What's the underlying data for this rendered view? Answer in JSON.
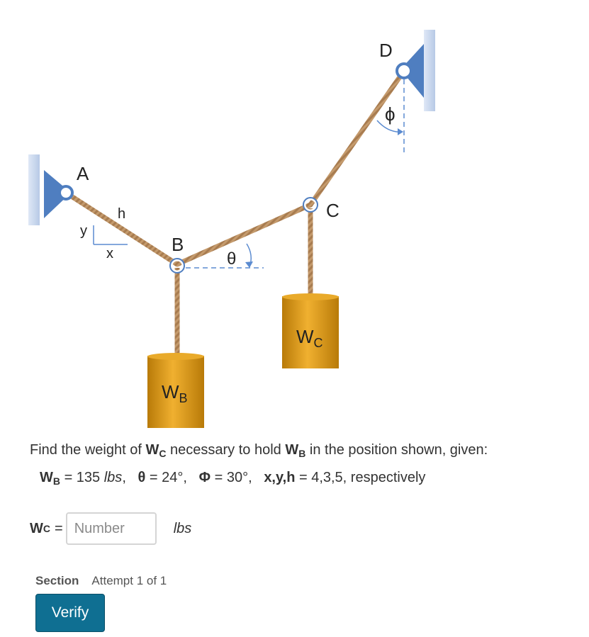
{
  "figure": {
    "labels": {
      "point_a": "A",
      "point_b": "B",
      "point_c": "C",
      "point_d": "D",
      "h": "h",
      "y": "y",
      "x": "x",
      "theta": "θ",
      "phi": "ϕ",
      "weight_w": "W",
      "weight_b_sub": "B",
      "weight_c_sub": "C"
    },
    "colors": {
      "rope": "#b98a5e",
      "support": "#4f7ec0",
      "wall": "#c9d8ee",
      "weight": "#d9950e",
      "dashed": "#5b8bd0"
    }
  },
  "problem": {
    "line1_prefix": "Find the weight of ",
    "w": "W",
    "sub_c": "C",
    "sub_b": "B",
    "line1_middle": " necessary to hold ",
    "line1_suffix": " in the position shown, given:",
    "given_wb": " = 135 ",
    "given_wb_unit": "lbs",
    "given_sep1": ",   ",
    "theta_sym": "θ",
    "given_theta": " = 24°,   ",
    "phi_sym": "Φ",
    "given_phi": " = 30°,   ",
    "xyh_sym": "x,y,h",
    "given_xyh": " = 4,3,5, respectively"
  },
  "answer": {
    "var": "W",
    "sub": "C",
    "eq": "=",
    "placeholder": "Number",
    "unit": "lbs"
  },
  "footer": {
    "section": "Section",
    "attempt": "Attempt 1 of 1"
  },
  "verify_label": "Verify"
}
